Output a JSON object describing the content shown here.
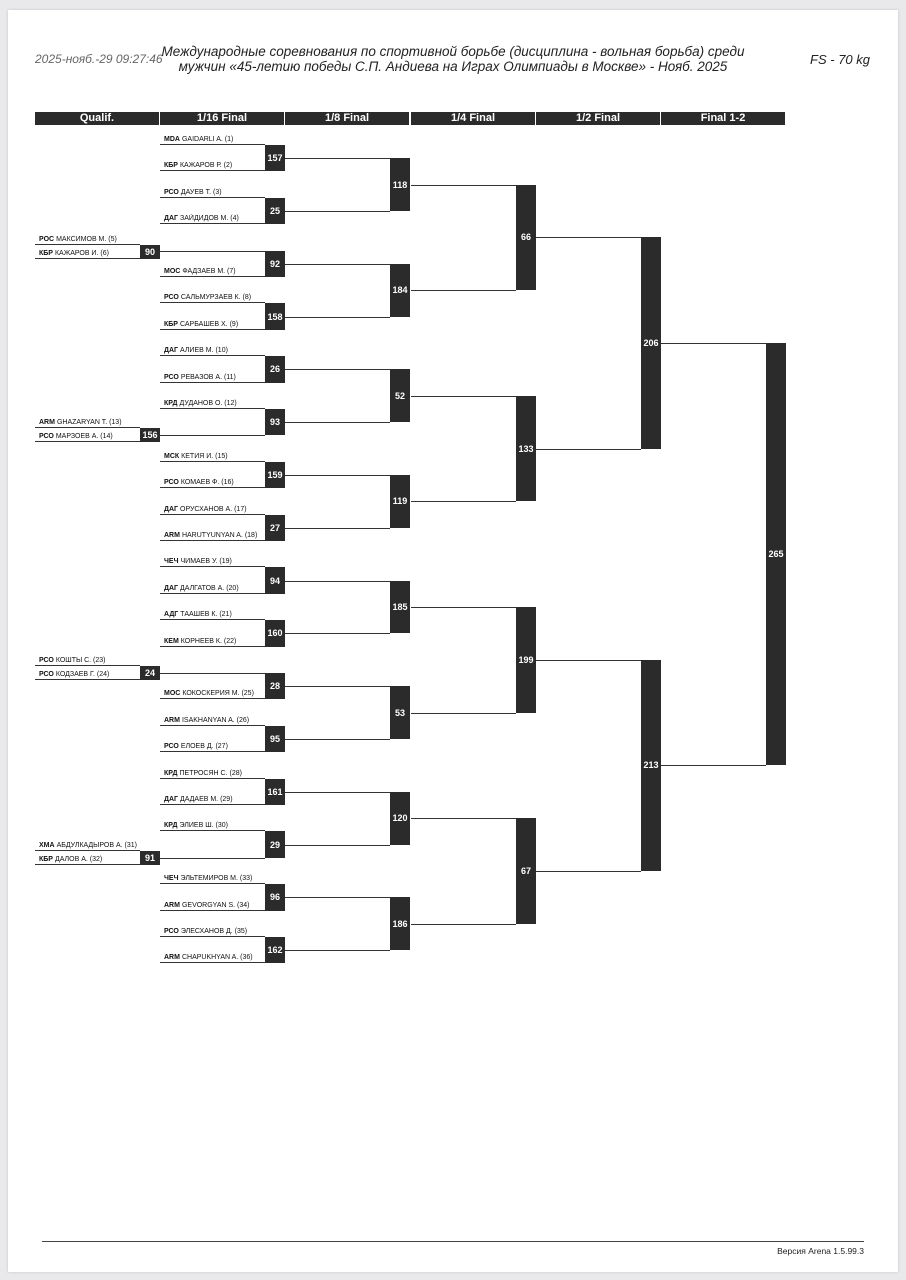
{
  "header": {
    "datetime": "2025-нояб.-29 09:27:46",
    "title_line1": "Международные соревнования по спортивной борьбе (дисциплина - вольная борьба) среди",
    "title_line2": "мужчин «45-летию победы С.П. Андиева на Играх Олимпиады в Москве» - Нояб. 2025",
    "category": "FS - 70 kg"
  },
  "columns": [
    "Qualif.",
    "1/16 Final",
    "1/8 Final",
    "1/4 Final",
    "1/2 Final",
    "Final 1-2"
  ],
  "qualif_bouts": [
    {
      "a": {
        "code": "РОС",
        "name": "МАКСИМОВ М. (5)"
      },
      "b": {
        "code": "КБР",
        "name": "КАЖАРОВ И. (6)"
      },
      "bout": "90"
    },
    {
      "a": {
        "code": "ARM",
        "name": "GHAZARYAN T. (13)"
      },
      "b": {
        "code": "РСО",
        "name": "МАРЗОЕВ А. (14)"
      },
      "bout": "156"
    },
    {
      "a": {
        "code": "РСО",
        "name": "КОШТЫ С. (23)"
      },
      "b": {
        "code": "РСО",
        "name": "КОДЗАЕВ Г. (24)"
      },
      "bout": "24"
    },
    {
      "a": {
        "code": "ХМА",
        "name": "АБДУЛКАДЫРОВ А. (31)"
      },
      "b": {
        "code": "КБР",
        "name": "ДАЛОВ А. (32)"
      },
      "bout": "91"
    }
  ],
  "r16_bouts": [
    {
      "a": {
        "code": "MDA",
        "name": "GAIDARLI A. (1)"
      },
      "b": {
        "code": "КБР",
        "name": "КАЖАРОВ Р. (2)"
      },
      "bout": "157"
    },
    {
      "a": {
        "code": "РСО",
        "name": "ДАУЕВ Т. (3)"
      },
      "b": {
        "code": "ДАГ",
        "name": "ЗАЙДИДОВ М. (4)"
      },
      "bout": "25"
    },
    {
      "a": {
        "code": "",
        "name": ""
      },
      "b": {
        "code": "МОС",
        "name": "ФАДЗАЕВ М. (7)"
      },
      "bout": "92"
    },
    {
      "a": {
        "code": "РСО",
        "name": "САЛЬМУРЗАЕВ К. (8)"
      },
      "b": {
        "code": "КБР",
        "name": "САРБАШЕВ Х. (9)"
      },
      "bout": "158"
    },
    {
      "a": {
        "code": "ДАГ",
        "name": "АЛИЕВ М. (10)"
      },
      "b": {
        "code": "РСО",
        "name": "РЕВАЗОВ А. (11)"
      },
      "bout": "26"
    },
    {
      "a": {
        "code": "КРД",
        "name": "ДУДАНОВ О. (12)"
      },
      "b": {
        "code": "",
        "name": ""
      },
      "bout": "93"
    },
    {
      "a": {
        "code": "МСК",
        "name": "КЕТИЯ И. (15)"
      },
      "b": {
        "code": "РСО",
        "name": "КОМАЕВ Ф. (16)"
      },
      "bout": "159"
    },
    {
      "a": {
        "code": "ДАГ",
        "name": "ОРУСХАНОВ А. (17)"
      },
      "b": {
        "code": "ARM",
        "name": "HARUTYUNYAN A. (18)"
      },
      "bout": "27"
    },
    {
      "a": {
        "code": "ЧЕЧ",
        "name": "ЧИМАЕВ У. (19)"
      },
      "b": {
        "code": "ДАГ",
        "name": "ДАЛГАТОВ А. (20)"
      },
      "bout": "94"
    },
    {
      "a": {
        "code": "АДГ",
        "name": "ТААШЕВ К. (21)"
      },
      "b": {
        "code": "КЕМ",
        "name": "КОРНЕЕВ К. (22)"
      },
      "bout": "160"
    },
    {
      "a": {
        "code": "",
        "name": ""
      },
      "b": {
        "code": "МОС",
        "name": "КОКОСКЕРИЯ М. (25)"
      },
      "bout": "28"
    },
    {
      "a": {
        "code": "ARM",
        "name": "ISAKHANYAN A. (26)"
      },
      "b": {
        "code": "РСО",
        "name": "ЕЛОЕВ Д. (27)"
      },
      "bout": "95"
    },
    {
      "a": {
        "code": "КРД",
        "name": "ПЕТРОСЯН С. (28)"
      },
      "b": {
        "code": "ДАГ",
        "name": "ДАДАЕВ М. (29)"
      },
      "bout": "161"
    },
    {
      "a": {
        "code": "КРД",
        "name": "ЭЛИЕВ Ш. (30)"
      },
      "b": {
        "code": "",
        "name": ""
      },
      "bout": "29"
    },
    {
      "a": {
        "code": "ЧЕЧ",
        "name": "ЭЛЬТЕМИРОВ М. (33)"
      },
      "b": {
        "code": "ARM",
        "name": "GEVORGYAN S. (34)"
      },
      "bout": "96"
    },
    {
      "a": {
        "code": "РСО",
        "name": "ЭЛЕСХАНОВ Д. (35)"
      },
      "b": {
        "code": "ARM",
        "name": "CHAPUKHYAN A. (36)"
      },
      "bout": "162"
    }
  ],
  "r8_bouts": [
    "118",
    "184",
    "52",
    "119",
    "185",
    "53",
    "120",
    "186"
  ],
  "qf_bouts": [
    "66",
    "133",
    "199",
    "67"
  ],
  "sf_bouts": [
    "206",
    "213"
  ],
  "final_bouts": [
    "265"
  ],
  "footer": {
    "version": "Версия Arena 1.5.99.3"
  }
}
